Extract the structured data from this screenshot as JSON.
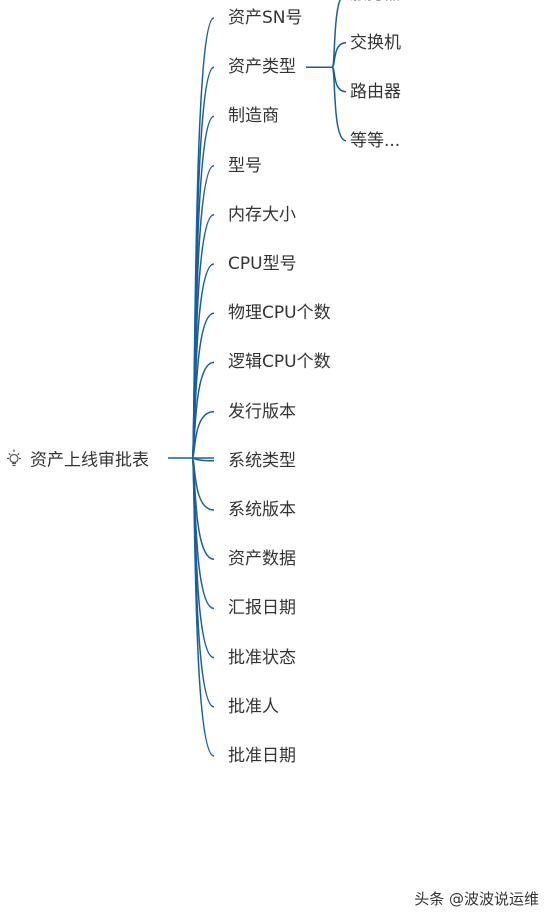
{
  "root": {
    "label": "资产上线审批表",
    "icon": "lightbulb-icon"
  },
  "branches": [
    {
      "label": "资产SN号",
      "children": []
    },
    {
      "label": "资产类型",
      "children": [
        "服务器",
        "交换机",
        "路由器",
        "等等..."
      ]
    },
    {
      "label": "制造商",
      "children": []
    },
    {
      "label": "型号",
      "children": []
    },
    {
      "label": "内存大小",
      "children": []
    },
    {
      "label": "CPU型号",
      "children": []
    },
    {
      "label": "物理CPU个数",
      "children": []
    },
    {
      "label": "逻辑CPU个数",
      "children": []
    },
    {
      "label": "发行版本",
      "children": []
    },
    {
      "label": "系统类型",
      "children": []
    },
    {
      "label": "系统版本",
      "children": []
    },
    {
      "label": "资产数据",
      "children": []
    },
    {
      "label": "汇报日期",
      "children": []
    },
    {
      "label": "批准状态",
      "children": []
    },
    {
      "label": "批准人",
      "children": []
    },
    {
      "label": "批准日期",
      "children": []
    }
  ],
  "watermark": "头条 @波波说运维",
  "colors": {
    "connector": "#1a5e9e",
    "text": "#333333",
    "background": "#ffffff"
  }
}
